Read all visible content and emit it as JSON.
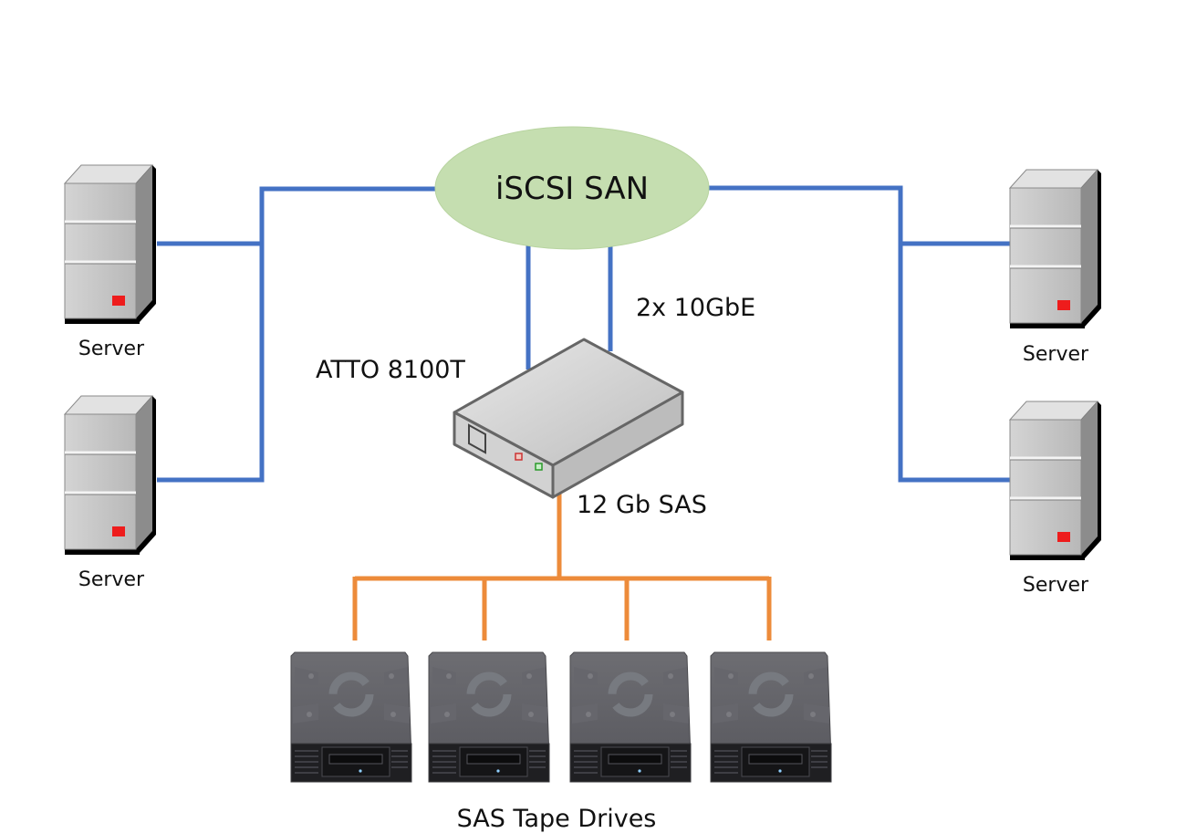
{
  "diagram": {
    "colors": {
      "ethernet_link": "#4472c4",
      "sas_link": "#ed8b3a",
      "san_fill": "#c5deb0",
      "background": "#ffffff"
    },
    "san": {
      "label": "iSCSI SAN"
    },
    "bridge": {
      "label": "ATTO 8100T",
      "uplink_label": "2x 10GbE",
      "downlink_label": "12 Gb SAS"
    },
    "servers": [
      {
        "label": "Server",
        "side": "left"
      },
      {
        "label": "Server",
        "side": "left"
      },
      {
        "label": "Server",
        "side": "right"
      },
      {
        "label": "Server",
        "side": "right"
      }
    ],
    "tape_drives": {
      "label": "SAS Tape Drives",
      "count": 4
    }
  }
}
